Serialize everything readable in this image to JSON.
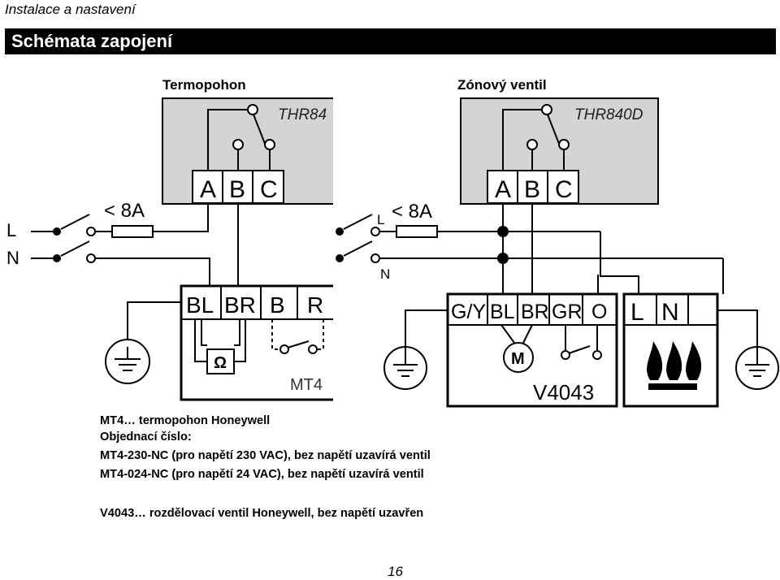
{
  "page": {
    "header": "Instalace a nastavení",
    "section_title": "Schémata zapojení",
    "page_number": "16"
  },
  "diagram": {
    "left_title": "Termopohon",
    "right_title": "Zónový ventil",
    "thermostat_left_label": "THR84",
    "thermostat_right_label": "THR840D",
    "terminals_abc": [
      "A",
      "B",
      "C"
    ],
    "fuse_label": "< 8A",
    "line_label": "L",
    "neutral_label": "N",
    "mt4_terminals": [
      "BL",
      "BR",
      "B",
      "R"
    ],
    "mt4_label": "MT4",
    "heater_symbol": "Ω",
    "v4043_terminals": [
      "G/Y",
      "BL",
      "BR",
      "GR",
      "O"
    ],
    "boiler_terminals": [
      "L",
      "N"
    ],
    "motor_symbol": "M",
    "v4043_label": "V4043"
  },
  "description": {
    "line1": "MT4… termopohon Honeywell",
    "line2": "Objednací číslo:",
    "line3": "MT4-230-NC (pro napětí 230 VAC), bez napětí uzavírá ventil",
    "line4": "MT4-024-NC (pro napětí 24 VAC), bez napětí uzavírá ventil",
    "line5": "V4043… rozdělovací ventil Honeywell, bez napětí uzavřen"
  }
}
